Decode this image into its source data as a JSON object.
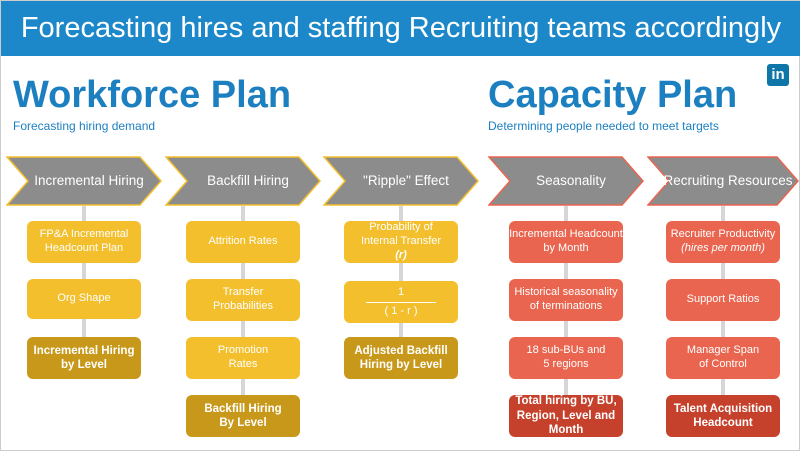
{
  "title": "Forecasting hires and staffing Recruiting teams accordingly",
  "logo": "in",
  "workforce": {
    "title": "Workforce Plan",
    "subtitle": "Forecasting hiring demand"
  },
  "capacity": {
    "title": "Capacity Plan",
    "subtitle": "Determining people needed to meet targets"
  },
  "colors": {
    "header": "#1c87c9",
    "yellow": "#f3bf2c",
    "gold": "#c8981b",
    "salmon": "#e9654f",
    "red": "#c5412c",
    "chevron": "#8c8c8c"
  },
  "columns": [
    {
      "label": "Incremental Hiring",
      "items": [
        [
          "FP&A Incremental",
          "Headcount Plan"
        ],
        [
          "Org Shape"
        ],
        [
          "Incremental Hiring",
          "by Level"
        ]
      ]
    },
    {
      "label": "Backfill Hiring",
      "items": [
        [
          "Attrition Rates"
        ],
        [
          "Transfer",
          "Probabilities"
        ],
        [
          "Promotion",
          "Rates"
        ],
        [
          "Backfill Hiring",
          "By Level"
        ]
      ]
    },
    {
      "label": "\"Ripple\" Effect",
      "items": [
        [
          "Probability of",
          "Internal Transfer",
          "(r)"
        ],
        [
          "1",
          "( 1 - r )"
        ],
        [
          "Adjusted Backfill",
          "Hiring by Level"
        ]
      ]
    },
    {
      "label": "Seasonality",
      "items": [
        [
          "Incremental Headcount",
          "by Month"
        ],
        [
          "Historical seasonality",
          "of terminations"
        ],
        [
          "18 sub-BUs and",
          "5 regions"
        ],
        [
          "Total hiring by BU,",
          "Region, Level and",
          "Month"
        ]
      ]
    },
    {
      "label": "Recruiting Resources",
      "items": [
        [
          "Recruiter Productivity",
          "(hires per month)"
        ],
        [
          "Support Ratios"
        ],
        [
          "Manager Span",
          "of Control"
        ],
        [
          "Talent Acquisition",
          "Headcount"
        ]
      ]
    }
  ]
}
